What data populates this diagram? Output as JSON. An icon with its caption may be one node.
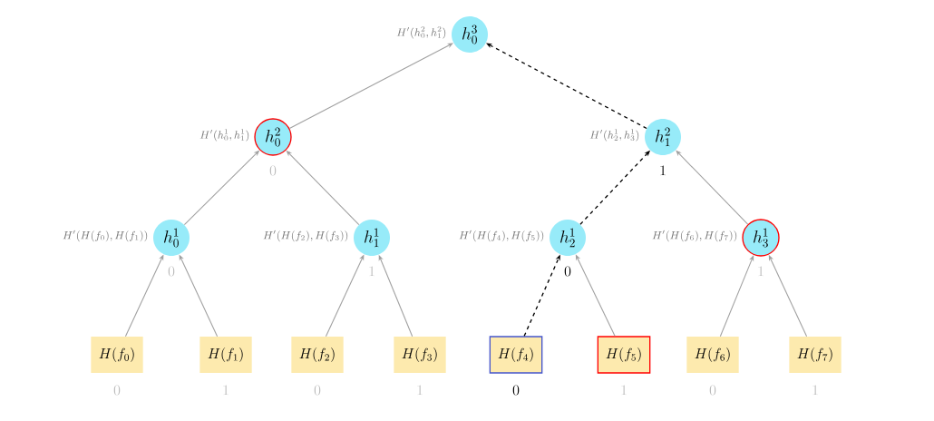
{
  "diagram": {
    "nodes": [
      {
        "text": [
          "h_0^3"
        ],
        "beside": [
          "H'(h_0^2, h_1^2)"
        ]
      },
      {
        "text": [
          "h_0^2"
        ],
        "beside": [
          "H'(h_0^1, h_1^1)",
          "0"
        ]
      },
      {
        "text": [
          "h_1^2"
        ],
        "beside": [
          "H'(h_2^1, h_3^1)",
          "1"
        ]
      },
      {
        "text": [
          "h_0^1"
        ],
        "beside": [
          "H'(H(f_0), H(f_1))",
          "0"
        ]
      },
      {
        "text": [
          "h_1^1"
        ],
        "beside": [
          "H'(H(f_2), H(f_3))",
          "1"
        ]
      },
      {
        "text": [
          "h_2^1"
        ],
        "beside": [
          "H'(H(f_4), H(f_5))",
          "0"
        ]
      },
      {
        "text": [
          "h_3^1"
        ],
        "beside": [
          "H'(H(f_6), H(f_7))",
          "1"
        ]
      },
      {
        "text": [
          "H(f_0)"
        ],
        "beside": [
          "0"
        ]
      },
      {
        "text": [
          "H(f_1)"
        ],
        "beside": [
          "1"
        ]
      },
      {
        "text": [
          "H(f_2)"
        ],
        "beside": [
          "0"
        ]
      },
      {
        "text": [
          "H(f_3)"
        ],
        "beside": [
          "1"
        ]
      },
      {
        "text": [
          "H(f_4)"
        ],
        "beside": [
          "0"
        ]
      },
      {
        "text": [
          "H(f_5)"
        ],
        "beside": [
          "1"
        ]
      },
      {
        "text": [
          "H(f_6)"
        ],
        "beside": [
          "0"
        ]
      },
      {
        "text": [
          "H(f_7)"
        ],
        "beside": [
          "1"
        ]
      }
    ],
    "edges": [
      {
        "from": 1,
        "to": 0,
        "arrow": "to"
      },
      {
        "from": 2,
        "to": 0,
        "arrow": "to",
        "style": "dashed",
        "color": "#000000"
      },
      {
        "from": 3,
        "to": 1,
        "arrow": "to"
      },
      {
        "from": 4,
        "to": 1,
        "arrow": "to"
      },
      {
        "from": 5,
        "to": 2,
        "arrow": "to",
        "style": "dashed",
        "color": "#000000"
      },
      {
        "from": 6,
        "to": 2,
        "arrow": "to"
      },
      {
        "from": 7,
        "to": 3,
        "arrow": "to"
      },
      {
        "from": 8,
        "to": 3,
        "arrow": "to"
      },
      {
        "from": 9,
        "to": 4,
        "arrow": "to"
      },
      {
        "from": 10,
        "to": 4,
        "arrow": "to"
      },
      {
        "from": 11,
        "to": 5,
        "arrow": "to",
        "style": "dashed",
        "color": "#000000"
      },
      {
        "from": 12,
        "to": 5,
        "arrow": "to"
      },
      {
        "from": 13,
        "to": 6,
        "arrow": "to"
      },
      {
        "from": 14,
        "to": 6,
        "arrow": "to"
      }
    ]
  }
}
